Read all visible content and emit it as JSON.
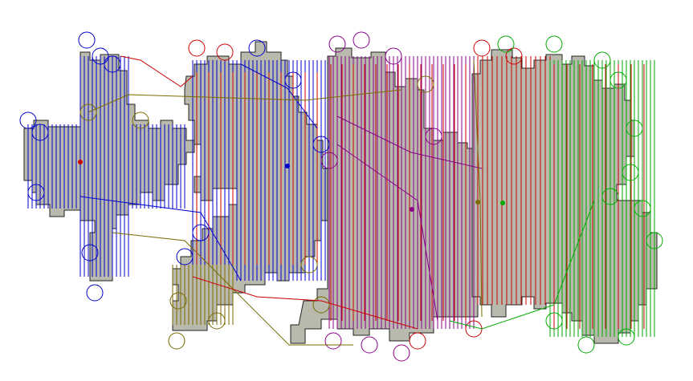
{
  "diagram": {
    "description_none": "",
    "background_color": "#ffffff",
    "region_fill": "#b9b9ae",
    "robots": [
      {
        "id": "robot-red",
        "color": "#cc0000"
      },
      {
        "id": "robot-blue",
        "color": "#0000cc"
      },
      {
        "id": "robot-purple",
        "color": "#880088"
      },
      {
        "id": "robot-olive",
        "color": "#7a6a00"
      },
      {
        "id": "robot-green",
        "color": "#00aa00"
      }
    ]
  }
}
